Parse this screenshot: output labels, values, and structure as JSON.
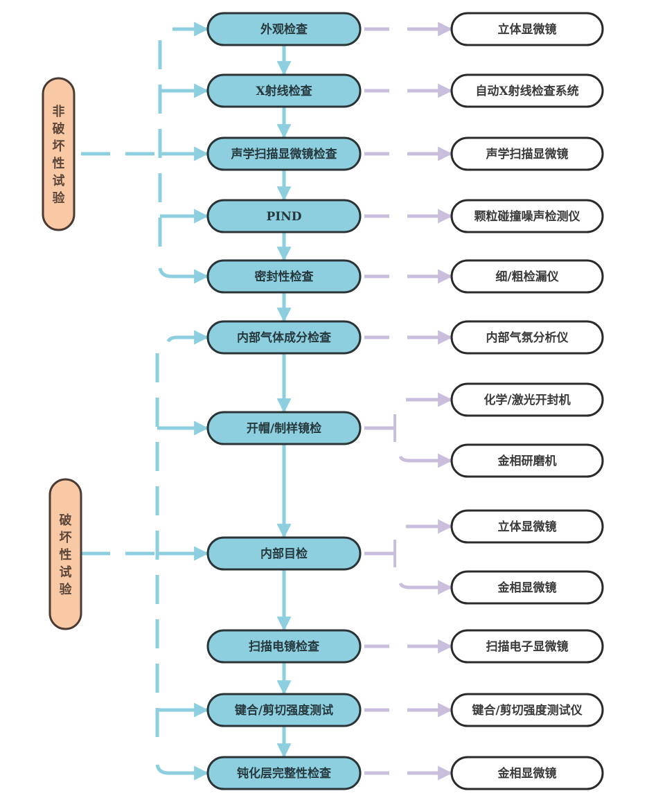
{
  "colors": {
    "step_fill": "#8ecfdf",
    "step_stroke": "#2a3335",
    "step_text": "#25383d",
    "equipment_fill": "#ffffff",
    "equipment_stroke": "#2a2a2a",
    "equipment_text": "#3a3a3a",
    "category_fill": "#f9c9a5",
    "category_stroke": "#4a3a34",
    "category_text": "#5a4538",
    "flow_arrow": "#8ecfdf",
    "equipment_arrow": "#c9bfdc"
  },
  "categories": [
    {
      "id": "nondestructive",
      "label": "非破坏性试验",
      "steps": [
        0,
        1,
        2,
        3,
        4
      ]
    },
    {
      "id": "destructive",
      "label": "破坏性试验",
      "steps": [
        5,
        6,
        7,
        8,
        9,
        10
      ]
    }
  ],
  "steps": [
    {
      "label": "外观检查",
      "equipment": [
        "立体显微镜"
      ]
    },
    {
      "label": "X射线检查",
      "equipment": [
        "自动X射线检查系统"
      ]
    },
    {
      "label": "声学扫描显微镜检查",
      "equipment": [
        "声学扫描显微镜"
      ]
    },
    {
      "label": "PIND",
      "equipment": [
        "颗粒碰撞噪声检测仪"
      ]
    },
    {
      "label": "密封性检查",
      "equipment": [
        "细/粗检漏仪"
      ]
    },
    {
      "label": "内部气体成分检查",
      "equipment": [
        "内部气氛分析仪"
      ]
    },
    {
      "label": "开帽/制样镜检",
      "equipment": [
        "化学/激光开封机",
        "金相研磨机"
      ]
    },
    {
      "label": "内部目检",
      "equipment": [
        "立体显微镜",
        "金相显微镜"
      ]
    },
    {
      "label": "扫描电镜检查",
      "equipment": [
        "扫描电子显微镜"
      ]
    },
    {
      "label": "键合/剪切强度测试",
      "equipment": [
        "键合/剪切强度测试仪"
      ]
    },
    {
      "label": "钝化层完整性检查",
      "equipment": [
        "金相显微镜"
      ]
    }
  ]
}
